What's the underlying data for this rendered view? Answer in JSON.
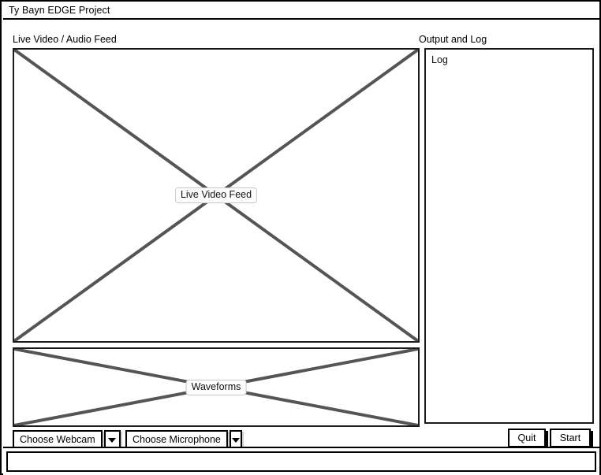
{
  "window": {
    "title": "Ty Bayn EDGE Project"
  },
  "sections": {
    "live_feed_label": "Live Video / Audio Feed",
    "output_log_label": "Output and Log"
  },
  "video_preview": {
    "placeholder_label": "Live Video Feed"
  },
  "waveform_preview": {
    "placeholder_label": "Waveforms"
  },
  "log_panel": {
    "text": "Log"
  },
  "controls": {
    "webcam_select": {
      "value": "Choose Webcam",
      "arrow_icon": "chevron-down-icon"
    },
    "microphone_select": {
      "value": "Choose Microphone",
      "arrow_icon": "chevron-down-icon"
    },
    "quit_button": "Quit",
    "start_button": "Start"
  },
  "statusbar": {
    "text": ""
  },
  "colors": {
    "background": "#ffffff",
    "border": "#000000",
    "panel_border": "#1a1a1a",
    "x_line": "#555555",
    "tag_border": "#c9c9c9",
    "button_shadow": "#000000"
  }
}
